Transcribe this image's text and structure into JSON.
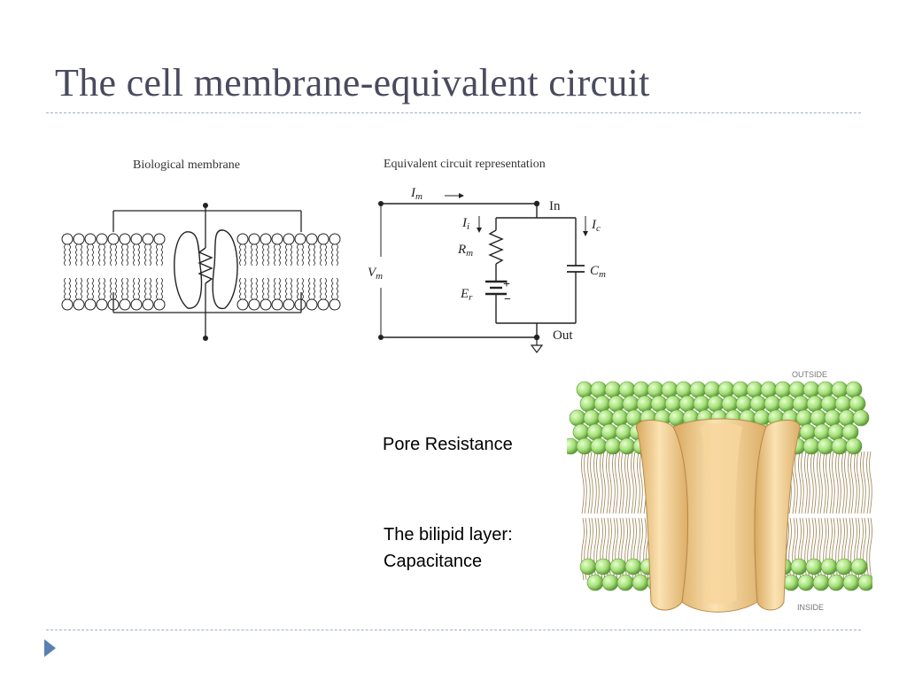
{
  "slide": {
    "title": "The cell membrane-equivalent circuit"
  },
  "figure_left": {
    "caption": "Biological membrane"
  },
  "figure_circuit": {
    "caption": "Equivalent circuit representation",
    "labels": {
      "current_m": "I",
      "current_m_sub": "m",
      "current_i": "I",
      "current_i_sub": "i",
      "current_c": "I",
      "current_c_sub": "c",
      "resistance": "R",
      "resistance_sub": "m",
      "capacitance": "C",
      "capacitance_sub": "m",
      "voltage": "V",
      "voltage_sub": "m",
      "emf": "E",
      "emf_sub": "r",
      "in": "In",
      "out": "Out",
      "plus": "+",
      "minus": "−"
    }
  },
  "figure_channel": {
    "outside": "OUTSIDE",
    "inside": "INSIDE"
  },
  "annotations": {
    "pore": "Pore Resistance",
    "bilipid_line1": "The bilipid layer:",
    "bilipid_line2": "Capacitance"
  },
  "colors": {
    "title": "#4a4a5e",
    "accent": "#5a7fb3",
    "lipid_head": "#a6e07a",
    "channel": "#f2c98a"
  }
}
